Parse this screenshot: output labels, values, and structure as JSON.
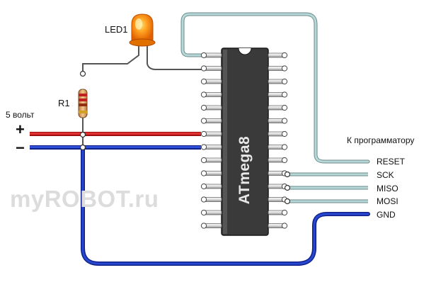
{
  "labels": {
    "led": "LED1",
    "resistor": "R1",
    "supply_voltage": "5 вольт",
    "plus_sign": "+",
    "minus_sign": "−",
    "chip_name": "ATmega8",
    "programmer_header": "К программатору",
    "watermark": "myROBOT.ru"
  },
  "programmer_pins": [
    "RESET",
    "SCK",
    "MISO",
    "MOSI",
    "GND"
  ],
  "colors": {
    "plus_wire": "#d42020",
    "minus_wire": "#1e3cb4",
    "gnd_wire": "#1a2db8",
    "signal_wire": "#a8c8c8",
    "chip_body": "#3a3a3a",
    "led": "#ff8a00"
  }
}
